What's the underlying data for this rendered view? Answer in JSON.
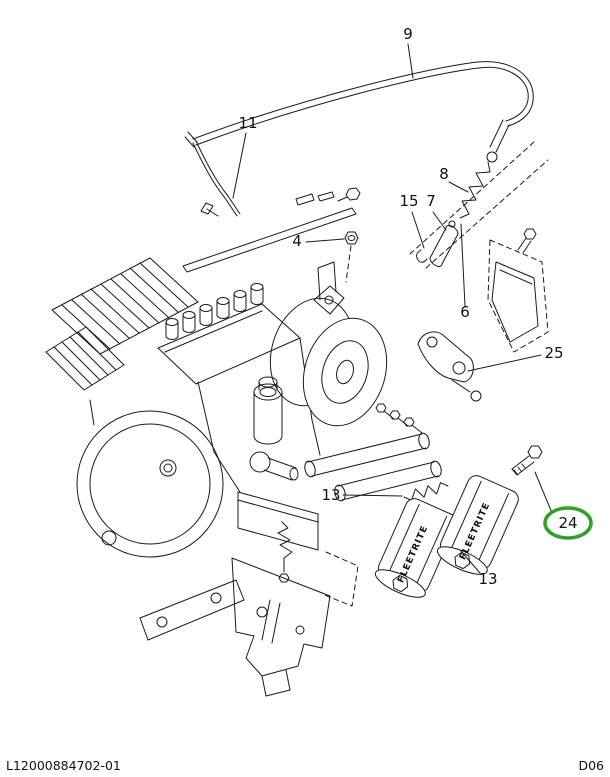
{
  "diagram": {
    "background": "#ffffff",
    "line_color": "#1a1a1a",
    "highlight_color": "#33a02c"
  },
  "filters": {
    "brand": "FLEETRITE"
  },
  "callouts": [
    {
      "label": "9"
    },
    {
      "label": "11"
    },
    {
      "label": "8"
    },
    {
      "label": "15"
    },
    {
      "label": "7"
    },
    {
      "label": "4"
    },
    {
      "label": "6"
    },
    {
      "label": "25"
    },
    {
      "label": "13"
    },
    {
      "label": "13"
    },
    {
      "label": "24",
      "highlighted": true
    }
  ],
  "footer": {
    "left_code": "L12000884702-01",
    "right_code": "D06"
  }
}
